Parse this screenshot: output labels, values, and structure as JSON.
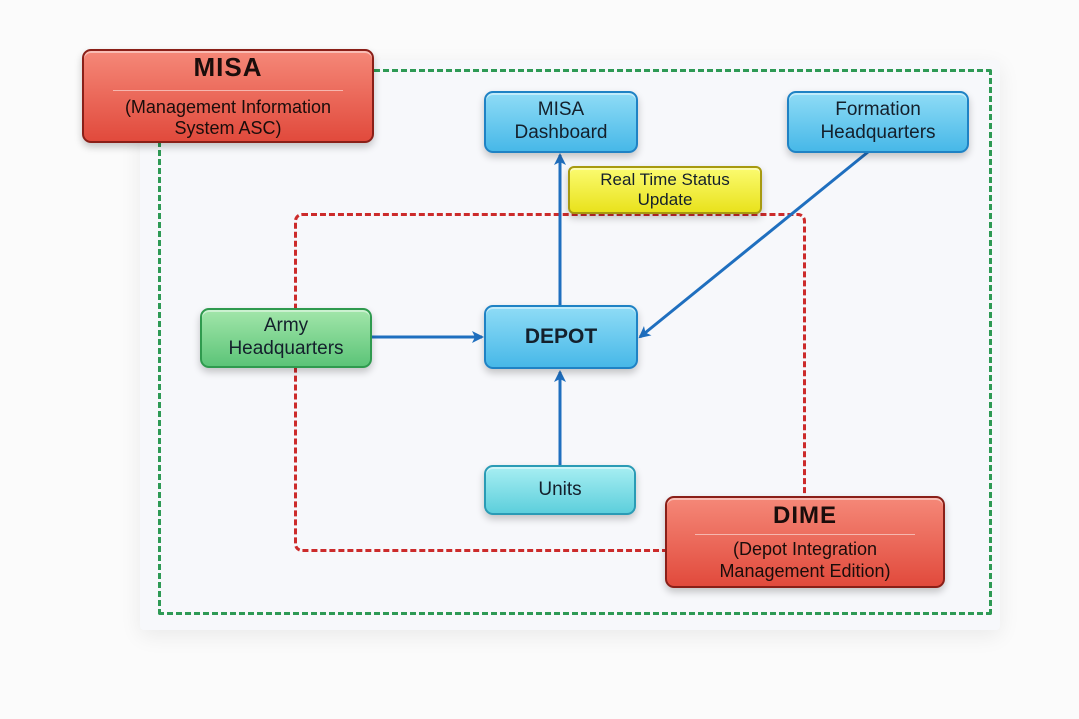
{
  "colors": {
    "green_boundary": "#2e9a55",
    "red_boundary": "#cc2b2b",
    "arrow": "#1f6fbf"
  },
  "nodes": {
    "misa": {
      "title": "MISA",
      "lines": [
        "(Management Information",
        "System ASC)"
      ]
    },
    "misa_dashboard": {
      "lines": [
        "MISA",
        "Dashboard"
      ]
    },
    "formation_hq": {
      "lines": [
        "Formation",
        "Headquarters"
      ]
    },
    "realtime_status": {
      "lines": [
        "Real Time Status",
        "Update"
      ]
    },
    "army_hq": {
      "lines": [
        "Army",
        "Headquarters"
      ]
    },
    "depot": {
      "lines": [
        "DEPOT"
      ]
    },
    "units": {
      "lines": [
        "Units"
      ]
    },
    "dime": {
      "title": "DIME",
      "lines": [
        "(Depot Integration",
        "Management Edition)"
      ]
    }
  },
  "edges": [
    {
      "from": "army_hq",
      "to": "depot"
    },
    {
      "from": "units",
      "to": "depot"
    },
    {
      "from": "depot",
      "to": "misa_dashboard"
    },
    {
      "from": "formation_hq",
      "to": "depot"
    }
  ]
}
